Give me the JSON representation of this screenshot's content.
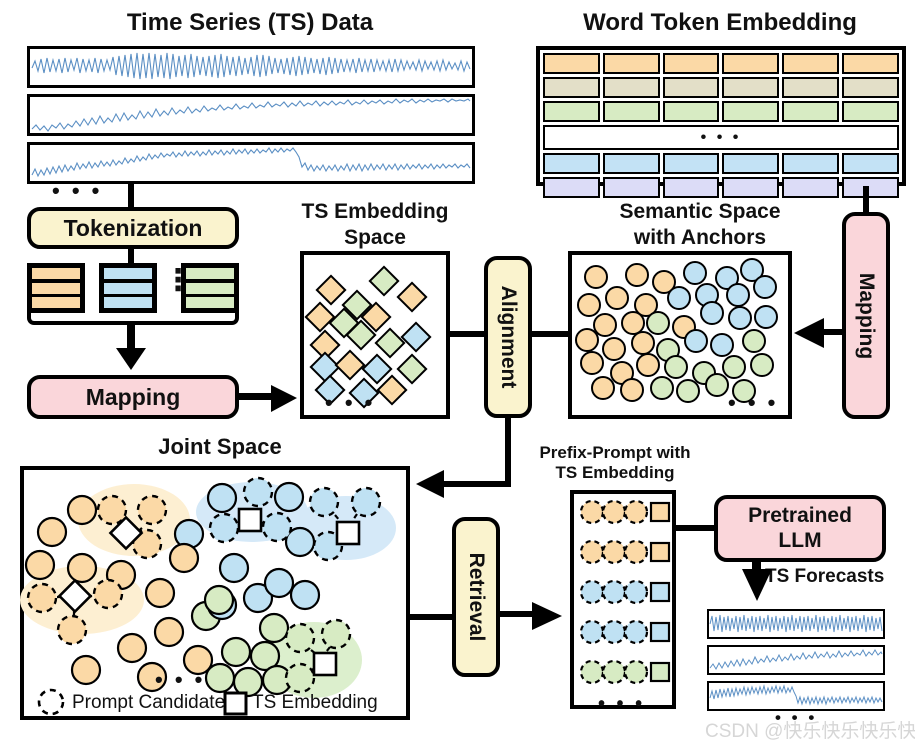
{
  "figure": {
    "title_ts_data": "Time Series (TS) Data",
    "title_word_token": "Word Token Embedding",
    "title_ts_embedding_space": "TS Embedding\nSpace",
    "title_ts_embedding_space_l1": "TS Embedding",
    "title_ts_embedding_space_l2": "Space",
    "title_semantic_space_l1": "Semantic Space",
    "title_semantic_space_l2": "with Anchors",
    "title_joint_space": "Joint Space",
    "title_prefix_prompt_l1": "Prefix-Prompt with",
    "title_prefix_prompt_l2": "TS Embedding",
    "label_ts_forecasts": "TS Forecasts",
    "ellipsis": "• • •",
    "ellipsis_vertical": "⋮"
  },
  "blocks": {
    "tokenization": "Tokenization",
    "mapping_left": "Mapping",
    "mapping_right": "Mapping",
    "alignment": "Alignment",
    "retrieval": "Retrieval",
    "pretrained_llm_l1": "Pretrained",
    "pretrained_llm_l2": "LLM"
  },
  "legend": {
    "prompt_candidate": "Prompt Candidate",
    "ts_embedding": "TS Embedding"
  },
  "watermark": "CSDN @快乐快乐快乐快乐",
  "colors": {
    "orange": "#fbd9a6",
    "blue": "#bfe1f3",
    "green": "#d7ebc3",
    "beige": "#e3dfc8",
    "lavender": "#dcdcf7",
    "yellow_block": "#faf3ce",
    "pink_block": "#fad6da",
    "halo_orange": "#fdefd2",
    "halo_blue": "#d5e9f8",
    "halo_green": "#dcefcd",
    "series_line": "#5b8fc4",
    "outline": "#000000"
  },
  "chart_data": {
    "type": "line",
    "panels": [
      {
        "name": "ts-data-1",
        "desc": "high-frequency oscillation, increasing then decreasing amplitude"
      },
      {
        "name": "ts-data-2",
        "desc": "noisy upward trend with rising amplitude"
      },
      {
        "name": "ts-data-3",
        "desc": "noisy series rising then dropping at 60%"
      },
      {
        "name": "ts-forecast-1",
        "desc": "dense high-frequency oscillation"
      },
      {
        "name": "ts-forecast-2",
        "desc": "noisy upward drift"
      },
      {
        "name": "ts-forecast-3",
        "desc": "noisy series with level drop"
      }
    ]
  },
  "word_token_grid": {
    "columns": 6,
    "rows": [
      {
        "name": "row-orange",
        "color": "#fbd9a6"
      },
      {
        "name": "row-beige",
        "color": "#e3dfc8"
      },
      {
        "name": "row-green",
        "color": "#d7ebc3"
      },
      {
        "name": "row-ellipsis",
        "color": "#ffffff"
      },
      {
        "name": "row-blue",
        "color": "#c3e2f5"
      },
      {
        "name": "row-lavender",
        "color": "#dcdcf7"
      }
    ]
  },
  "token_stacks": [
    {
      "name": "token-stack-orange",
      "color": "#fbd9a6",
      "rows": 3
    },
    {
      "name": "token-stack-blue",
      "color": "#bfe1f3",
      "rows": 3
    },
    {
      "name": "token-stack-green",
      "color": "#d7ebc3",
      "rows": 3
    }
  ],
  "prefix_prompt_rows": [
    {
      "color": "#fbd9a6",
      "circles": 3
    },
    {
      "color": "#fbd9a6",
      "circles": 3
    },
    {
      "color": "#bfe1f3",
      "circles": 3
    },
    {
      "color": "#bfe1f3",
      "circles": 3
    },
    {
      "color": "#d7ebc3",
      "circles": 3
    }
  ]
}
